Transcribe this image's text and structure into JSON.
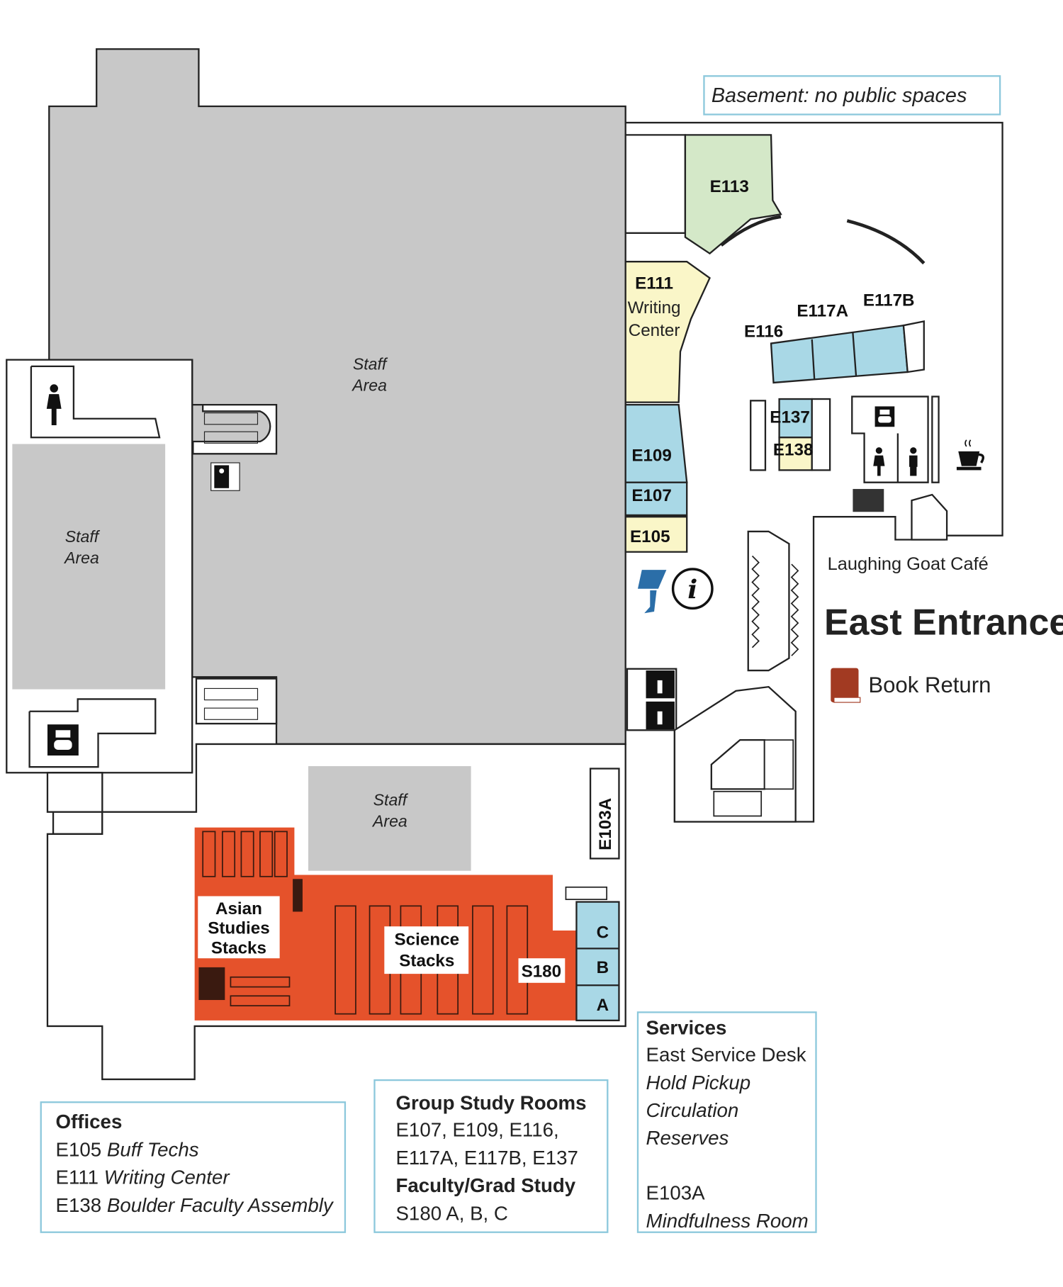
{
  "notice": "Basement: no public spaces",
  "areas": {
    "staff_main": [
      "Staff",
      "Area"
    ],
    "staff_left": [
      "Staff",
      "Area"
    ],
    "staff_bottom": [
      "Staff",
      "Area"
    ]
  },
  "rooms": {
    "e113": "E113",
    "e111": "E111",
    "e111_name": [
      "Writing",
      "Center"
    ],
    "e109": "E109",
    "e107": "E107",
    "e105": "E105",
    "e116": "E116",
    "e117a": "E117A",
    "e117b": "E117B",
    "e137": "E137",
    "e138": "E138",
    "e103a": "E103A",
    "s180": "S180",
    "c": "C",
    "b": "B",
    "a": "A"
  },
  "stacks": {
    "asian": [
      "Asian",
      "Studies",
      "Stacks"
    ],
    "science": [
      "Science",
      "Stacks"
    ]
  },
  "cafe": "Laughing Goat Café",
  "entrance": "East Entrance",
  "book_return": "Book Return",
  "colors": {
    "stacks": "#e5522b",
    "study": "#a9d8e6",
    "office": "#faf6c8",
    "green": "#d4e8c8",
    "staff": "#c8c8c8"
  },
  "legend": {
    "offices": {
      "title": "Offices",
      "items": [
        [
          "E105",
          "Buff Techs"
        ],
        [
          "E111",
          "Writing Center"
        ],
        [
          "E138",
          "Boulder Faculty Assembly"
        ]
      ]
    },
    "group": {
      "title": "Group Study Rooms",
      "lines": [
        "E107, E109, E116,",
        "E117A, E117B, E137"
      ],
      "title2": "Faculty/Grad Study",
      "line2": "S180 A, B, C"
    },
    "services": {
      "title": "Services",
      "line1": "East Service Desk",
      "italics": [
        "Hold Pickup",
        "Circulation",
        "Reserves"
      ],
      "room": "E103A",
      "room_name": "Mindfulness Room"
    }
  }
}
